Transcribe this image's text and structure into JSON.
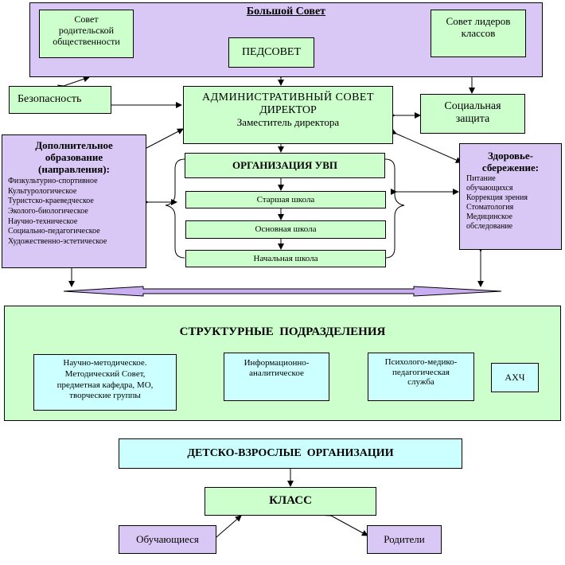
{
  "bolshoy_sovet": {
    "title": "Большой Совет",
    "sovet_roditelskoy": [
      "Совет",
      "родительской",
      "общественности"
    ],
    "sovet_liderov": [
      "Совет лидеров",
      "классов"
    ],
    "pedsovet": "ПЕДСОВЕТ"
  },
  "bezopasnost": "Безопасность",
  "admin_sovet": {
    "line1": "АДМИНИСТРАТИВНЫЙ СОВЕТ",
    "line2": "ДИРЕКТОР",
    "line3": "Заместитель директора"
  },
  "socialnaya_zashchita": [
    "Социальная",
    "защита"
  ],
  "dop_obrazovanie": {
    "title": [
      "Дополнительное",
      "образование",
      "(направления):"
    ],
    "items": [
      "Физкультурно-спортивное",
      "Культурологическое",
      "Туристско-краеведческое",
      "Эколого-биологическое",
      "Научно-техническое",
      "Социально-педагогическое",
      "Художественно-эстетическое"
    ]
  },
  "organizatsiya_uvp": {
    "title": "ОРГАНИЗАЦИЯ УВП",
    "levels": [
      "Старшая школа",
      "Основная школа",
      "Начальная школа"
    ]
  },
  "zdorovye": {
    "title": [
      "Здоровье-",
      "сбережение:"
    ],
    "items": [
      "Питание",
      "обучающихся",
      "Коррекция зрения",
      "Стоматология",
      "Медицинское",
      "обследование"
    ]
  },
  "strukturnye": {
    "title": "СТРУКТУРНЫЕ  ПОДРАЗДЕЛЕНИЯ",
    "nauchno": [
      "Научно-методическое.",
      "Методический Совет,",
      "предметная кафедра, МО,",
      "творческие группы"
    ],
    "informatsionno": [
      "Информационно-",
      "аналитическое"
    ],
    "psikhologo": [
      "Психолого-медико-",
      "педагогическая",
      "служба"
    ],
    "ahch": "АХЧ"
  },
  "detsko_vzroslye": "ДЕТСКО-ВЗРОСЛЫЕ  ОРГАНИЗАЦИИ",
  "klass": "КЛАСС",
  "obuchayushchiesya": "Обучающиеся",
  "roditeli": "Родители",
  "colors": {
    "lavender": "#d9c8f5",
    "green": "#ccffcc",
    "cyan": "#ccffff",
    "arrow_band": "#c8aef0",
    "line": "#000000"
  }
}
